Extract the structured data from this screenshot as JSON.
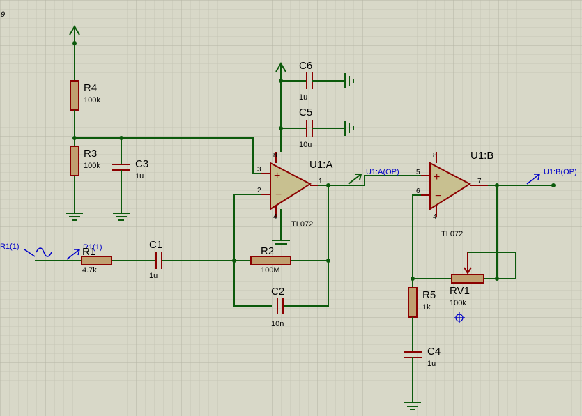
{
  "components": {
    "R4": {
      "ref": "R4",
      "value": "100k"
    },
    "R3": {
      "ref": "R3",
      "value": "100k"
    },
    "C3": {
      "ref": "C3",
      "value": "1u"
    },
    "C6": {
      "ref": "C6",
      "value": "1u"
    },
    "C5": {
      "ref": "C5",
      "value": "10u"
    },
    "U1A": {
      "ref": "U1:A",
      "part": "TL072",
      "pins": {
        "plus": "3",
        "minus": "2",
        "out": "1",
        "vcc": "8",
        "vee": "4"
      }
    },
    "U1B": {
      "ref": "U1:B",
      "part": "TL072",
      "pins": {
        "plus": "5",
        "minus": "6",
        "out": "7",
        "vcc": "8",
        "vee": "4"
      }
    },
    "R1": {
      "ref": "R1",
      "value": "4.7k"
    },
    "C1": {
      "ref": "C1",
      "value": "1u"
    },
    "R2": {
      "ref": "R2",
      "value": "100M"
    },
    "C2": {
      "ref": "C2",
      "value": "10n"
    },
    "R5": {
      "ref": "R5",
      "value": "1k"
    },
    "RV1": {
      "ref": "RV1",
      "value": "100k"
    },
    "C4": {
      "ref": "C4",
      "value": "1u"
    }
  },
  "nets": {
    "source": "R1(1)",
    "input": "R1(1)",
    "u1a_out": "U1:A(OP)",
    "u1b_out": "U1:B(OP)"
  },
  "corner_mark": "9",
  "colors": {
    "background": "#d8d8c8",
    "grid_minor": "#c6c6b6",
    "grid_major": "#b6b6a6",
    "wire": "#0c5a0c",
    "component": "#8b0000",
    "net_label": "#0000c8"
  }
}
